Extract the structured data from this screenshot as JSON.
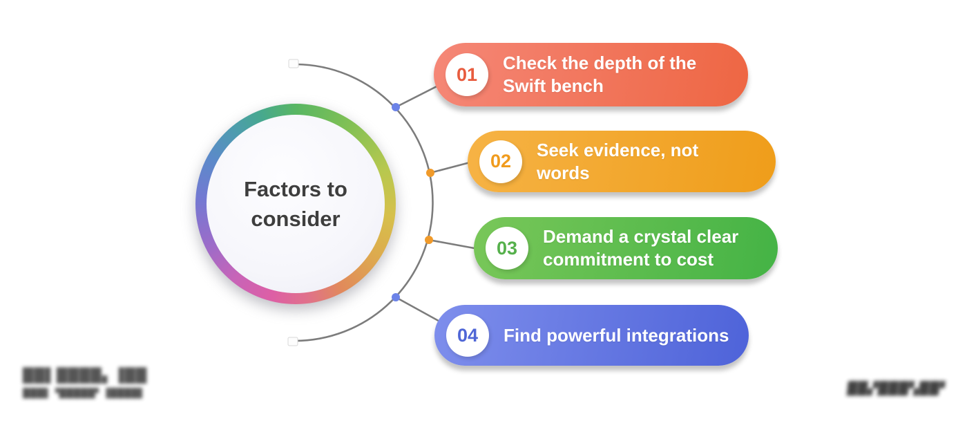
{
  "center": {
    "title": "Factors to\nconsider",
    "text_color": "#3e3e3e",
    "ring_colors": [
      "#58b663 0%",
      "#7fc055 9%",
      "#b7c84f 19%",
      "#d6c04b 27%",
      "#ddab4e 34%",
      "#e18a5b 42%",
      "#e0718b 48%",
      "#dd5fa5 54%",
      "#c764b8 61%",
      "#9b6cc9 68%",
      "#7379d2 76%",
      "#5b8ac9 83%",
      "#4d9cae 89%",
      "#47a88f 94%",
      "#58b663 100%"
    ]
  },
  "items": [
    {
      "number": "01",
      "label": "Check the depth of the\nSwift bench",
      "color_start": "#f58777",
      "color_end": "#ee6643",
      "number_color": "#e85c3f",
      "node_color": "#6c83e8"
    },
    {
      "number": "02",
      "label": "Seek evidence, not\nwords",
      "color_start": "#f6b345",
      "color_end": "#ef9d1a",
      "number_color": "#f09b1d",
      "node_color": "#f09a2a"
    },
    {
      "number": "03",
      "label": "Demand a crystal clear\ncommitment to cost",
      "color_start": "#79c759",
      "color_end": "#44b345",
      "number_color": "#55b04b",
      "node_color": "#f09a2a"
    },
    {
      "number": "04",
      "label": "Find powerful integrations",
      "color_start": "#7e8eec",
      "color_end": "#4e63d9",
      "number_color": "#4f66d6",
      "node_color": "#6c83e8"
    }
  ],
  "connector": {
    "line_color": "#7c7c7c",
    "endpoint_fill": "#fdfdfd",
    "endpoint_stroke": "#d8d8d8"
  },
  "watermarks": {
    "left_line1": "██▌████▖▐██",
    "left_line2": "███▌▝█████▘▐████▌",
    "right": "██▞███▚██▘"
  }
}
